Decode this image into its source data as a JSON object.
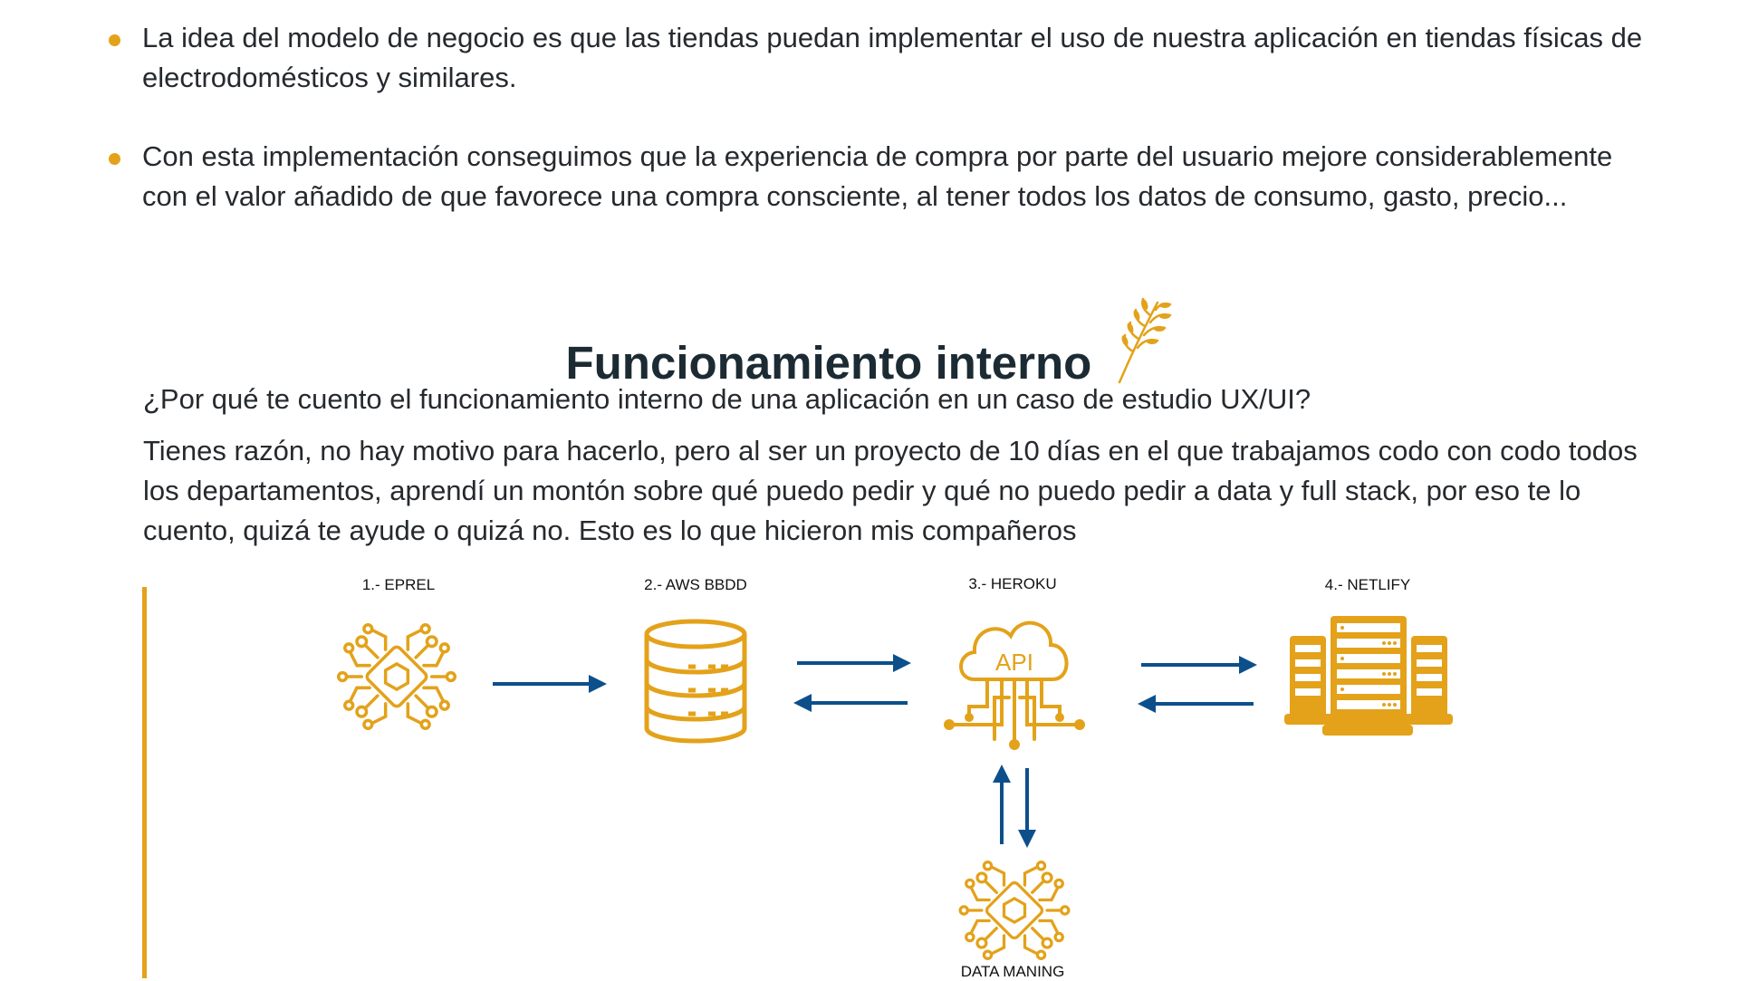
{
  "bullets": [
    "La idea del modelo de negocio es que las tiendas puedan implementar el uso de nuestra aplicación en tiendas físicas de electrodomésticos y similares.",
    "Con esta implementación conseguimos que la experiencia de compra por parte del usuario mejore considerablemente con el valor añadido de que favorece una compra consciente, al tener todos los datos de consumo, gasto, precio..."
  ],
  "section_title": "Funcionamiento interno",
  "question": "¿Por qué te cuento el funcionamiento interno de una aplicación en un caso de estudio UX/UI?",
  "answer": "Tienes razón, no hay motivo para hacerlo, pero al ser un proyecto de 10 días en el que trabajamos codo con codo todos los departamentos, aprendí un montón sobre qué puedo pedir y qué no puedo pedir a data y full stack, por eso te lo cuento, quizá te ayude o quizá no. Esto es lo que hicieron mis compañeros",
  "diagram": {
    "nodes": [
      {
        "label": "1.- EPREL",
        "icon": "circuit-chip-icon"
      },
      {
        "label": "2.- AWS BBDD",
        "icon": "database-icon"
      },
      {
        "label": "3.- HEROKU",
        "icon": "cloud-api-icon",
        "icon_text": "API"
      },
      {
        "label": "4.- NETLIFY",
        "icon": "server-rack-icon"
      },
      {
        "label": "DATA MANING",
        "icon": "circuit-chip-icon"
      }
    ]
  },
  "colors": {
    "accent": "#e3a21a",
    "arrow": "#0d4f8b",
    "text": "#262a2e",
    "heading": "#1c2b33"
  }
}
